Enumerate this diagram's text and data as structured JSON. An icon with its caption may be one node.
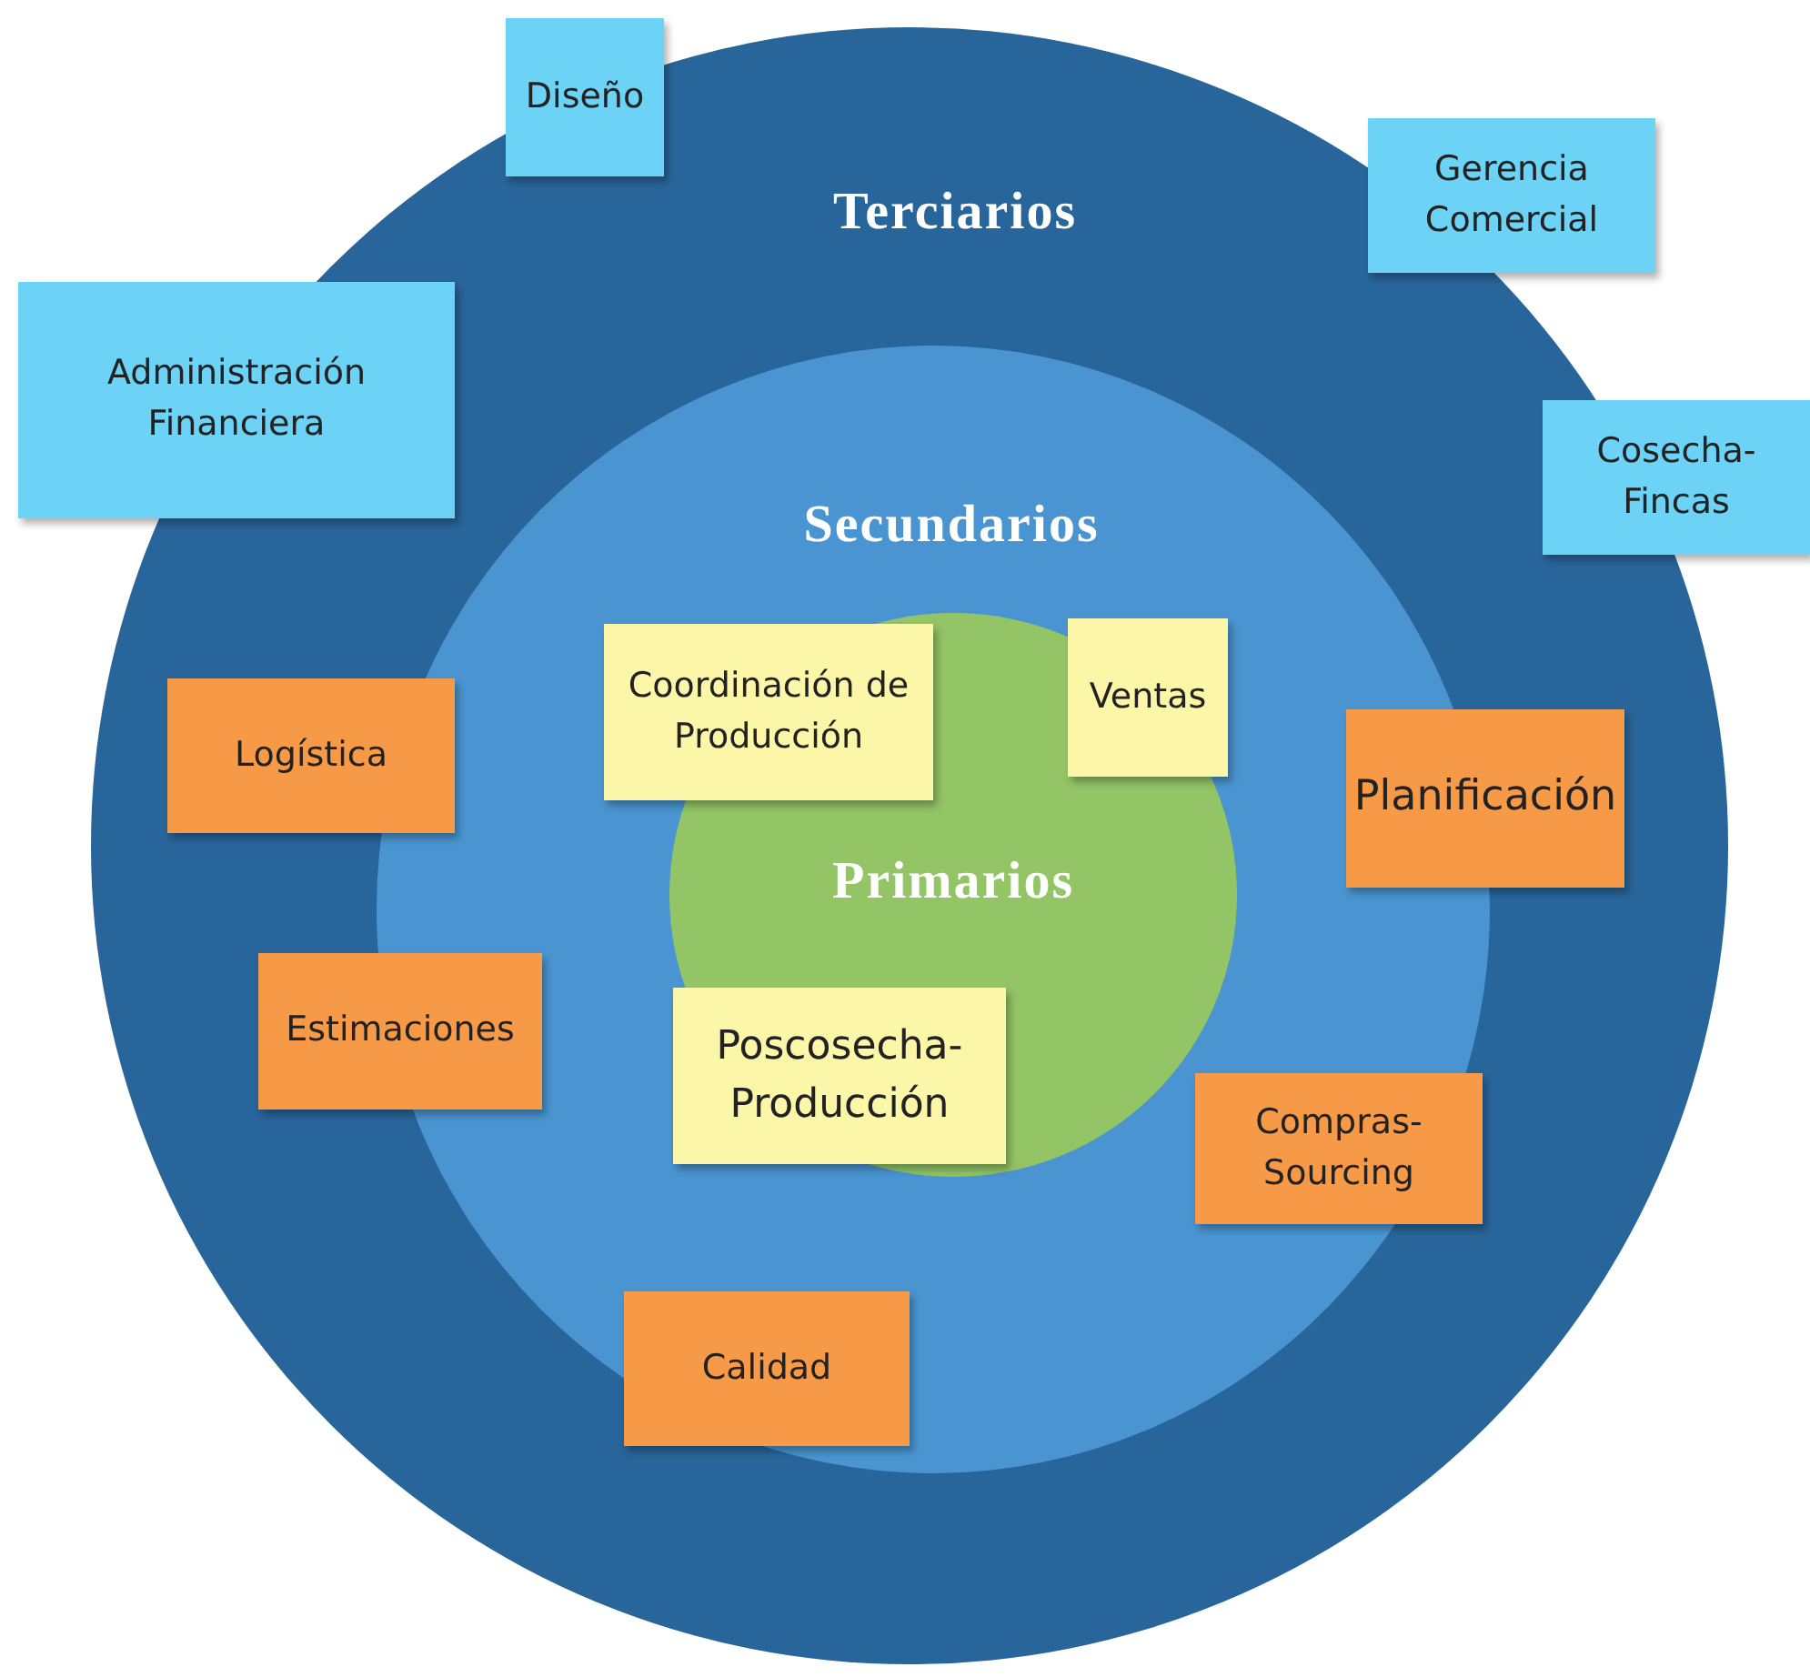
{
  "diagram": {
    "nodes": [
      {
        "text": [
          "Terciarios"
        ]
      },
      {
        "text": [
          "Secundarios"
        ],
        "in": 0
      },
      {
        "text": [
          "Primarios"
        ],
        "in": 1
      },
      {
        "text": [
          "Diseño"
        ],
        "in": 0
      },
      {
        "text": [
          "Gerencia Comercial"
        ],
        "in": 0
      },
      {
        "text": [
          "Administración Financiera"
        ],
        "in": 0
      },
      {
        "text": [
          "Cosecha-Fincas"
        ],
        "in": 0
      },
      {
        "text": [
          "Coordinación de Producción"
        ],
        "in": 1
      },
      {
        "text": [
          "Ventas"
        ],
        "in": 2
      },
      {
        "text": [
          "Logística"
        ],
        "in": 0
      },
      {
        "text": [
          "Planificación"
        ],
        "in": 0
      },
      {
        "text": [
          "Estimaciones"
        ],
        "in": 1
      },
      {
        "text": [
          "Poscosecha-Producción"
        ],
        "in": 2
      },
      {
        "text": [
          "Compras-Sourcing"
        ],
        "in": 1
      },
      {
        "text": [
          "Calidad"
        ],
        "in": 1
      }
    ]
  }
}
